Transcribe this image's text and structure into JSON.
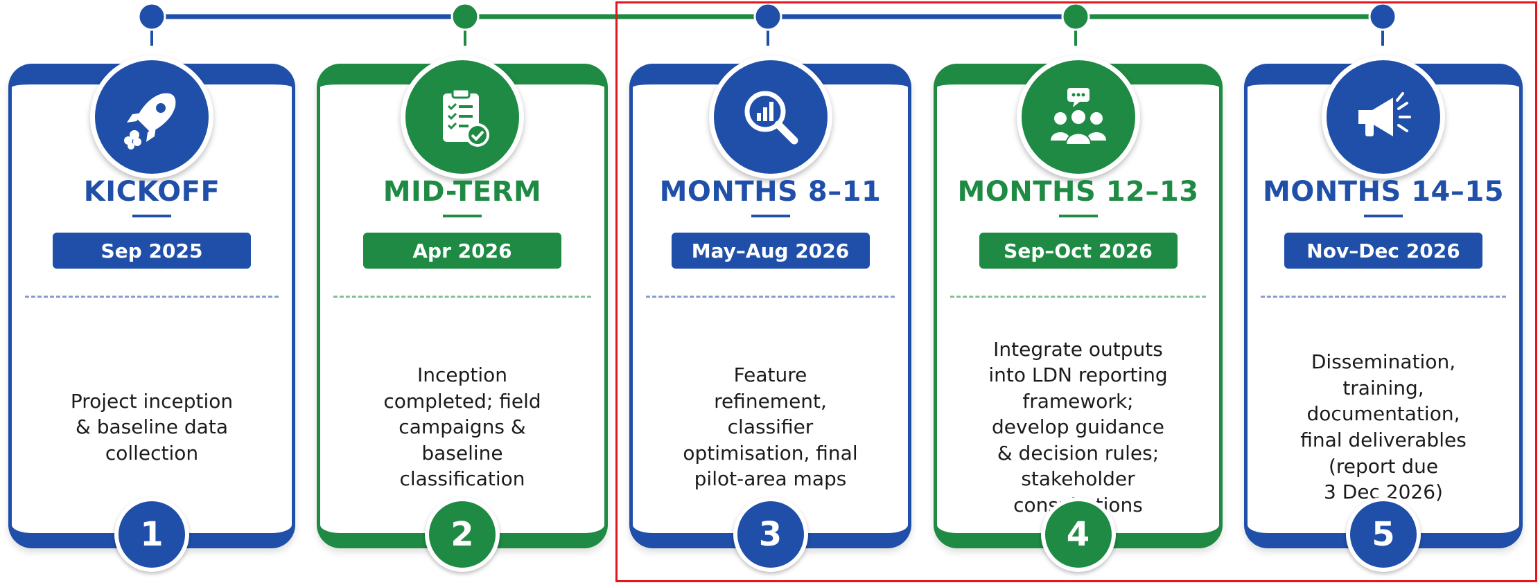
{
  "colors": {
    "blue": "#1f4fa8",
    "green": "#1e8a43",
    "highlight": "#e3161b"
  },
  "milestones": [
    {
      "number": "1",
      "title": "KICKOFF",
      "date": "Sep 2025",
      "description": "Project inception\n& baseline data\ncollection",
      "icon": "rocket-icon",
      "color": "blue"
    },
    {
      "number": "2",
      "title": "MID-TERM",
      "date": "Apr 2026",
      "description": "Inception\ncompleted; field\ncampaigns &\nbaseline\nclassification",
      "icon": "clipboard-checklist-icon",
      "color": "green"
    },
    {
      "number": "3",
      "title": "MONTHS 8–11",
      "date": "May–Aug 2026",
      "description": "Feature\nrefinement,\nclassifier\noptimisation, final\npilot-area maps",
      "icon": "magnifier-chart-icon",
      "color": "blue"
    },
    {
      "number": "4",
      "title": "MONTHS 12–13",
      "date": "Sep–Oct 2026",
      "description": "Integrate outputs\ninto LDN reporting\nframework;\ndevelop guidance\n& decision rules;\nstakeholder\nconsultations",
      "icon": "group-discussion-icon",
      "color": "green"
    },
    {
      "number": "5",
      "title": "MONTHS 14–15",
      "date": "Nov–Dec 2026",
      "description": "Dissemination,\ntraining,\ndocumentation,\nfinal deliverables\n(report due\n3 Dec 2026)",
      "icon": "megaphone-icon",
      "color": "blue"
    }
  ]
}
